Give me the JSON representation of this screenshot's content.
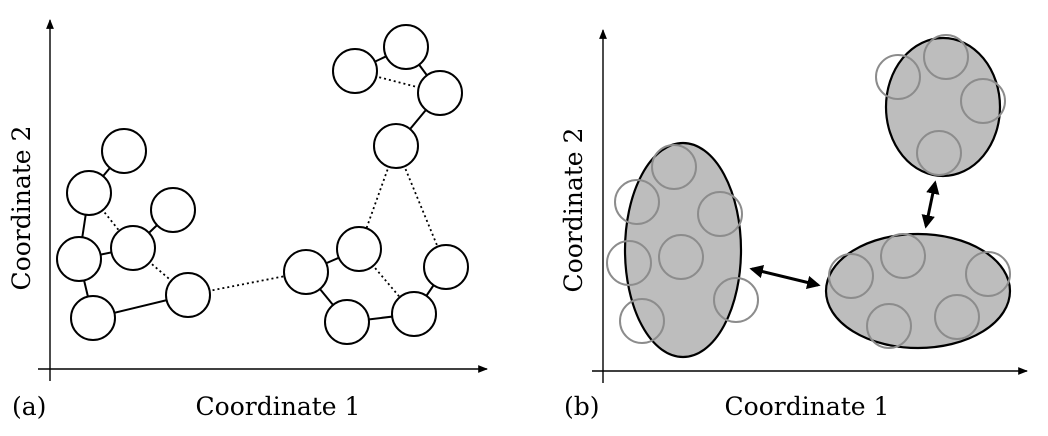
{
  "panels": [
    {
      "id": "a",
      "panel_label": "(a)",
      "xlabel": "Coordinate 1",
      "ylabel": "Coordinate 2"
    },
    {
      "id": "b",
      "panel_label": "(b)",
      "xlabel": "Coordinate 1",
      "ylabel": "Coordinate 2"
    }
  ],
  "colors": {
    "cluster_fill": "#bdbdbd",
    "ghost_node": "#8c8c8c",
    "ink": "#000000"
  }
}
